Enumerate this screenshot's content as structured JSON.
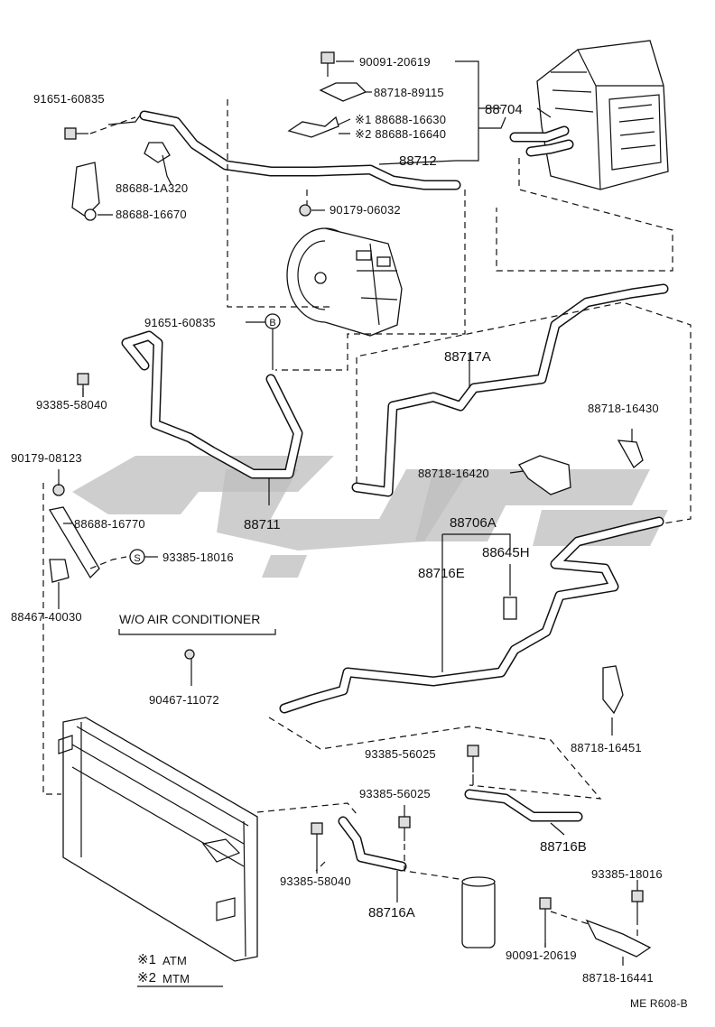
{
  "diagram_code": "ME R608-B",
  "section_title": "W/O AIR CONDITIONER",
  "legend": [
    {
      "mark": "※1",
      "text": "ATM"
    },
    {
      "mark": "※2",
      "text": "MTM"
    }
  ],
  "callout_B": "B",
  "callout_S": "S",
  "labels": {
    "p90091_20619_top": "90091-20619",
    "p88718_89115": "88718-89115",
    "p88688_16630": "※1 88688-16630",
    "p88688_16640": "※2 88688-16640",
    "p88704": "88704",
    "p88712": "88712",
    "p91651_60835_top": "91651-60835",
    "p88688_1a320": "88688-1A320",
    "p88688_16670": "88688-16670",
    "p90179_06032": "90179-06032",
    "p91651_60835_mid": "91651-60835",
    "p88717a": "88717A",
    "p93385_58040_top": "93385-58040",
    "p88718_16430": "88718-16430",
    "p90179_08123": "90179-08123",
    "p88718_16420": "88718-16420",
    "p88711": "88711",
    "p88688_16770": "88688-16770",
    "p88706a": "88706A",
    "p93385_18016_mid": "93385-18016",
    "p88645h": "88645H",
    "p88716e": "88716E",
    "p88467_40030": "88467-40030",
    "p90467_11072": "90467-11072",
    "p88718_16451": "88718-16451",
    "p93385_56025_a": "93385-56025",
    "p93385_56025_b": "93385-56025",
    "p88716b": "88716B",
    "p93385_58040_bot": "93385-58040",
    "p88716a": "88716A",
    "p93385_18016_bot": "93385-18016",
    "p90091_20619_bot": "90091-20619",
    "p88718_16441": "88718-16441"
  }
}
